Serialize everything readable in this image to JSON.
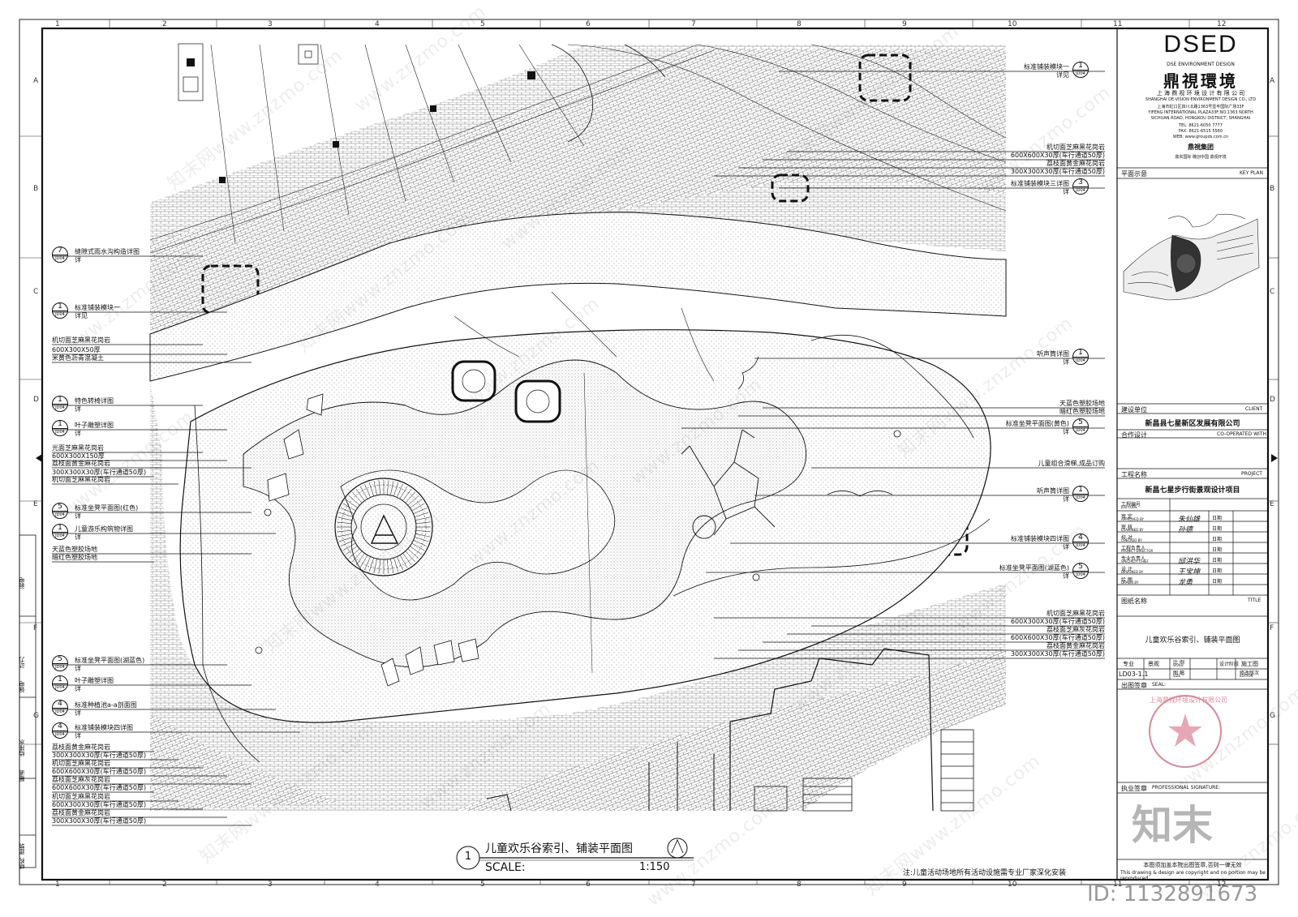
{
  "grid": {
    "cols": [
      "1",
      "2",
      "3",
      "4",
      "5",
      "6",
      "7",
      "8",
      "9",
      "10",
      "11",
      "12"
    ],
    "rows": [
      "A",
      "B",
      "C",
      "D",
      "E",
      "F",
      "G"
    ]
  },
  "firm": {
    "logo": "DSED",
    "logo_sub": "DSE ENVIRONMENT DESIGN",
    "name_cn": "鼎視環境",
    "company_cn": "上 海 鼎 视 环 境 设 计 有 限 公 司",
    "company_en": "SHANGHAI DE-VISION ENVIRONMENT DESIGN CO., LTD",
    "address_cn": "上海市虹口区四川北路1363号壹丰国际广场33F",
    "address_en1": "YIFENG INTERNATIONAL PLAZA33F,NO.1363 NORTH",
    "address_en2": "SICHUAN ROAD, HONGKOU DISTRICT, SHANGHAI",
    "tel": "TEL: 8621-6050 7777",
    "fax": "FAX: 8621-6515 5560",
    "web": "WEB: www.groupds.com.cn",
    "brand": "鼎視集团",
    "slogan": "鼎实国际 瞳创中国 鼎视环境"
  },
  "key_plan": {
    "label_cn": "平面示意",
    "label_en": "KEY PLAN"
  },
  "client": {
    "label_cn": "建设单位",
    "label_en": "CLIENT",
    "value": "新昌县七星新区发展有限公司"
  },
  "cooperated": {
    "label_cn": "合作设计",
    "label_en": "CO-OPERATED WITH"
  },
  "project": {
    "label_cn": "工程名称",
    "label_en": "PROJECT",
    "value": "新昌七星步行街景观设计项目"
  },
  "roles": [
    {
      "cn": "工程编号",
      "en": "JOB CODE",
      "sign": "",
      "date": ""
    },
    {
      "cn": "审  定",
      "en": "APPROVED BY",
      "sign": "朱仙雄",
      "date": "日期"
    },
    {
      "cn": "审  核",
      "en": "EXAMINED BY",
      "sign": "孙德",
      "date": "日期"
    },
    {
      "cn": "校  对",
      "en": "CHECKED BY",
      "sign": "",
      "date": "日期"
    },
    {
      "cn": "工程负责人",
      "en": "PROJECT DIRECTOR",
      "sign": "",
      "date": "日期"
    },
    {
      "cn": "专业负责人",
      "en": "SPECIALTY CHIEF",
      "sign": "邱洪华",
      "date": "日期"
    },
    {
      "cn": "设  计",
      "en": "DESIGNED BY",
      "sign": "王宝坤",
      "date": "日期"
    },
    {
      "cn": "绘  图",
      "en": "DRAWN BY",
      "sign": "龙勇",
      "date": "日期"
    }
  ],
  "title_block": {
    "label_cn": "图纸名称",
    "label_en": "TITLE",
    "value": "儿童欢乐谷索引、铺装平面图"
  },
  "sheet_info": {
    "specialty_label": "专业",
    "specialty": "景观",
    "scale_label": "比 例",
    "scale_en": "SCALE",
    "stage_label": "设计阶段",
    "stage": "施工图",
    "drawing_no": "LD03-1.1",
    "drawing_no_label": "图 幅",
    "size_en": "SIZE",
    "revision_label": "修改版次",
    "revision_en": "EDITION"
  },
  "seal": {
    "label_cn": "出图签章",
    "label_en": "SEAL:",
    "stamp_text": "上海鼎视环境设计有限公司"
  },
  "professional": {
    "label_cn": "执业签章",
    "label_en": "PROFESSIONAL SIGNATURE:"
  },
  "notice": {
    "cn": "本图须加盖本院出图签章,否则一律无效",
    "en1": "This drawing & design are copyright and no portion may be",
    "en2": "reproduced"
  },
  "watermark": {
    "brand": "知末",
    "id": "ID: 1132891673",
    "site": "知末网www.znzmo.com",
    "url": "www.znzmo.com"
  },
  "drawing_title": {
    "num": "1",
    "title": "儿童欢乐谷索引、铺装平面图",
    "scale_label": "SCALE:",
    "scale": "1:150"
  },
  "note": "注:儿童活动场地所有活动设施需专业厂家深化安装",
  "left_strip": [
    "弱电",
    "动力",
    "强电",
    "给排水",
    "暖通",
    "建筑",
    "结构"
  ],
  "callouts_left": [
    {
      "num": "7",
      "text": "缝隙式雨水沟构造详图",
      "sub": "详"
    },
    {
      "num": "1",
      "text": "标准铺装模块一",
      "sub": "详见"
    },
    {
      "text": "机切面芝麻黑花岗岩"
    },
    {
      "text": "600X300X50厚"
    },
    {
      "text": "米黄色沥青混凝土"
    },
    {
      "num": "1",
      "text": "特色转椅详图",
      "sub": "详"
    },
    {
      "num": "1",
      "text": "叶子雕塑详图",
      "sub": "详"
    },
    {
      "text": "光面芝麻黑花岗岩"
    },
    {
      "text": "600X300X150厚"
    },
    {
      "text": "荔枝面黄金麻花岗岩"
    },
    {
      "text": "300X300X30厚(车行通道50厚)"
    },
    {
      "text": "机切面芝麻黑花岗岩"
    },
    {
      "num": "5",
      "text": "标准坐凳平面图(红色)",
      "sub": "详"
    },
    {
      "num": "1",
      "text": "儿童游乐构筑物详图",
      "sub": "详"
    },
    {
      "text": "天蓝色塑胶场地"
    },
    {
      "text": "暗红色塑胶场地"
    },
    {
      "num": "5",
      "text": "标准坐凳平面图(湖蓝色)",
      "sub": "详"
    },
    {
      "num": "1",
      "text": "叶子雕塑详图",
      "sub": "详"
    },
    {
      "num": "4",
      "text": "标准种植池a-a剖面图",
      "sub": "详"
    },
    {
      "num": "4",
      "text": "标准铺装模块四详图",
      "sub": "详"
    },
    {
      "text": "荔枝面黄金麻花岗岩"
    },
    {
      "text": "300X300X30厚(车行通道50厚)"
    },
    {
      "text": "机切面芝麻黑花岗岩"
    },
    {
      "text": "600X600X30厚(车行通道50厚)"
    },
    {
      "text": "荔枝面芝麻灰花岗岩"
    },
    {
      "text": "600X600X30厚(车行通道50厚)"
    },
    {
      "text": "机切面芝麻黑花岗岩"
    },
    {
      "text": "600X300X30厚(车行通道50厚)"
    },
    {
      "text": "荔枝面黄金麻花岗岩"
    },
    {
      "text": "300X300X30厚(车行通道50厚)"
    }
  ],
  "callouts_right": [
    {
      "num": "1",
      "text": "标准铺装模块一",
      "sub": "详见"
    },
    {
      "text": "机切面芝麻黑花岗岩"
    },
    {
      "text": "600X600X30厚(车行通道50厚)"
    },
    {
      "text": "荔枝面黄金麻花岗岩"
    },
    {
      "text": "300X300X30厚(车行通道50厚)"
    },
    {
      "num": "3",
      "text": "标准铺装模块三详图",
      "sub": "详"
    },
    {
      "num": "1",
      "text": "听声筒详图",
      "sub": "详"
    },
    {
      "text": "天蓝色塑胶场地"
    },
    {
      "text": "暗红色塑胶场地"
    },
    {
      "num": "5",
      "text": "标准坐凳平面图(黄色)",
      "sub": "详"
    },
    {
      "text": "儿童组合滑梯,成品订购"
    },
    {
      "num": "1",
      "text": "听声筒详图",
      "sub": "详"
    },
    {
      "num": "4",
      "text": "标准铺装模块四详图",
      "sub": "详"
    },
    {
      "num": "5",
      "text": "标准坐凳平面图(湖蓝色)",
      "sub": "详"
    },
    {
      "text": "机切面芝麻黑花岗岩"
    },
    {
      "text": "600X300X30厚(车行通道50厚)"
    },
    {
      "text": "荔枝面芝麻灰花岗岩"
    },
    {
      "text": "600X600X30厚(车行通道50厚)"
    },
    {
      "text": "荔枝面黄金麻花岗岩"
    },
    {
      "text": "300X300X30厚(车行通道50厚)"
    }
  ],
  "sheet_ref": "JD04",
  "colors": {
    "line": "#111111",
    "stamp": "#d98a9a",
    "watermark": "#999999"
  }
}
